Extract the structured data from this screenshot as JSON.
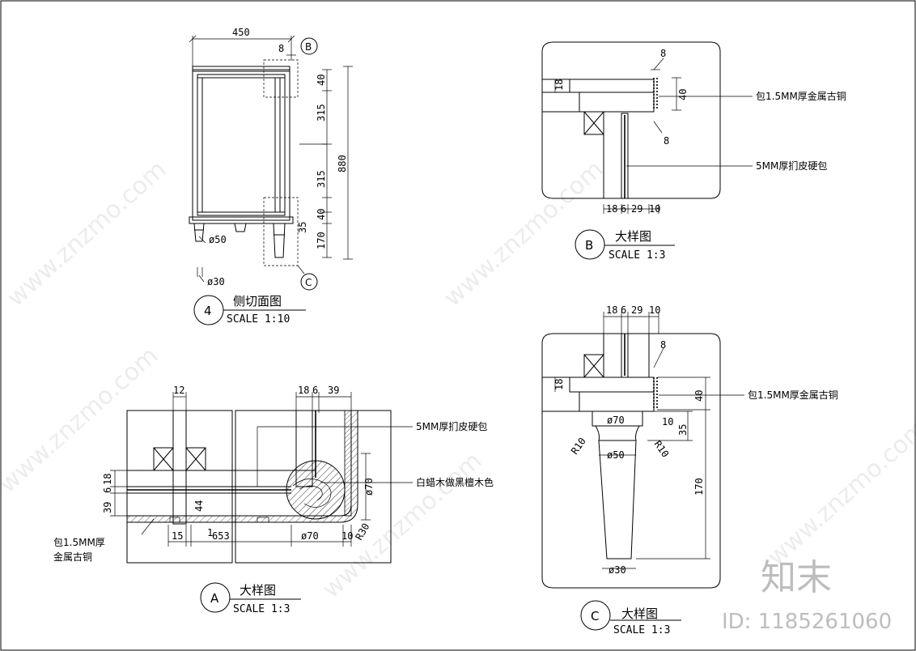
{
  "views": {
    "side_section": {
      "circle": "4",
      "title": "侧切面图",
      "scale": "SCALE 1:10"
    },
    "detail_a": {
      "circle": "A",
      "title": "大样图",
      "scale": "SCALE 1:3"
    },
    "detail_b": {
      "circle": "B",
      "title": "大样图",
      "scale": "SCALE 1:3"
    },
    "detail_c": {
      "circle": "C",
      "title": "大样图",
      "scale": "SCALE 1:3"
    }
  },
  "callouts": {
    "b": "B",
    "c": "C"
  },
  "side_dims": {
    "width": "450",
    "top_gap": "8",
    "h_top": "40",
    "h1": "315",
    "h2": "315",
    "total": "880",
    "h_bot": "40",
    "h_small": "35",
    "leg": "170",
    "leg_dia_top": "ø50",
    "leg_dia_bottom": "ø30"
  },
  "b_dims": {
    "top": "8",
    "board": "18",
    "edge": "40",
    "side": "8",
    "b1": "18",
    "b2": "6",
    "b3": "29",
    "b4": "10"
  },
  "b_labels": {
    "metal": "包1.5MM厚金属古铜",
    "leather": "5MM厚扪皮硬包"
  },
  "a_dims": {
    "top_w": "12",
    "t1": "18",
    "t2": "6",
    "t3": "39",
    "l1": "18",
    "l2": "6",
    "l3": "39",
    "gap": "44",
    "b1": "15",
    "b2": "1",
    "b3": "653",
    "b4": "ø70",
    "b5": "10",
    "r": "R30",
    "dia": "ø70"
  },
  "a_labels": {
    "leather": "5MM厚扪皮硬包",
    "wood": "白蜡木做黑檀木色",
    "metal_1": "包1.5MM厚",
    "metal_2": "金属古铜"
  },
  "c_dims": {
    "t1": "18",
    "t2": "6",
    "t3": "29",
    "t4": "10",
    "side": "8",
    "board": "18",
    "edge": "40",
    "dia70": "ø70",
    "d10": "10",
    "d35": "35",
    "r_left": "R10",
    "r_right": "R10",
    "dia50": "ø50",
    "height": "170",
    "dia30": "ø30"
  },
  "c_labels": {
    "metal": "包1.5MM厚金属古铜"
  },
  "watermark": {
    "text": "www.znzmo.com",
    "brand": "知末",
    "id": "ID: 1185261060"
  }
}
